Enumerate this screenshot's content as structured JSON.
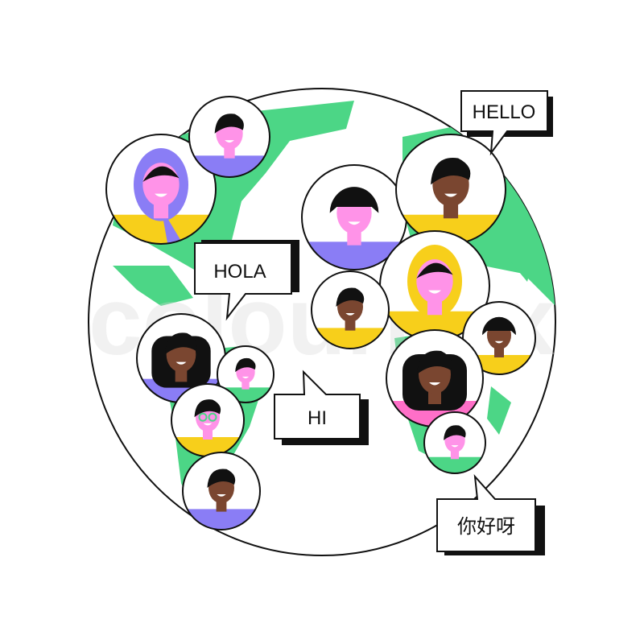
{
  "bubbles": {
    "hello": "HELLO",
    "hola": "HOLA",
    "hi": "HI",
    "nihao": "你好呀"
  },
  "watermark": "colourbox",
  "colors": {
    "globe_land": "#4cd686",
    "outline": "#111111",
    "purple": "#8a7df5",
    "yellow": "#f7cf1b",
    "pink_skin": "#ff93e8",
    "dark_skin": "#7a4630",
    "hot_pink": "#ff6fc8",
    "green": "#4cd686"
  },
  "avatars": [
    {
      "skin": "#ff93e8",
      "shirt": "#f7cf1b",
      "hair": "#8a7df5",
      "style": "hijab"
    },
    {
      "skin": "#ff93e8",
      "shirt": "#8a7df5",
      "hair": "#111111",
      "style": "short"
    },
    {
      "skin": "#ff93e8",
      "shirt": "#8a7df5",
      "hair": "#111111",
      "style": "afro"
    },
    {
      "skin": "#7a4630",
      "shirt": "#f7cf1b",
      "hair": "#111111",
      "style": "short"
    },
    {
      "skin": "#ff93e8",
      "shirt": "#f7cf1b",
      "hair": "#f7cf1b",
      "style": "hijab"
    },
    {
      "skin": "#7a4630",
      "shirt": "#f7cf1b",
      "hair": "#111111",
      "style": "short"
    },
    {
      "skin": "#7a4630",
      "shirt": "#f7cf1b",
      "hair": "#111111",
      "style": "afro"
    },
    {
      "skin": "#7a4630",
      "shirt": "#8a7df5",
      "hair": "#111111",
      "style": "long"
    },
    {
      "skin": "#ff93e8",
      "shirt": "#4cd686",
      "hair": "#111111",
      "style": "short"
    },
    {
      "skin": "#ff93e8",
      "shirt": "#f7cf1b",
      "hair": "#111111",
      "style": "bob"
    },
    {
      "skin": "#7a4630",
      "shirt": "#ff6fc8",
      "hair": "#111111",
      "style": "long"
    },
    {
      "skin": "#ff93e8",
      "shirt": "#4cd686",
      "hair": "#111111",
      "style": "short"
    },
    {
      "skin": "#7a4630",
      "shirt": "#8a7df5",
      "hair": "#111111",
      "style": "short"
    }
  ]
}
